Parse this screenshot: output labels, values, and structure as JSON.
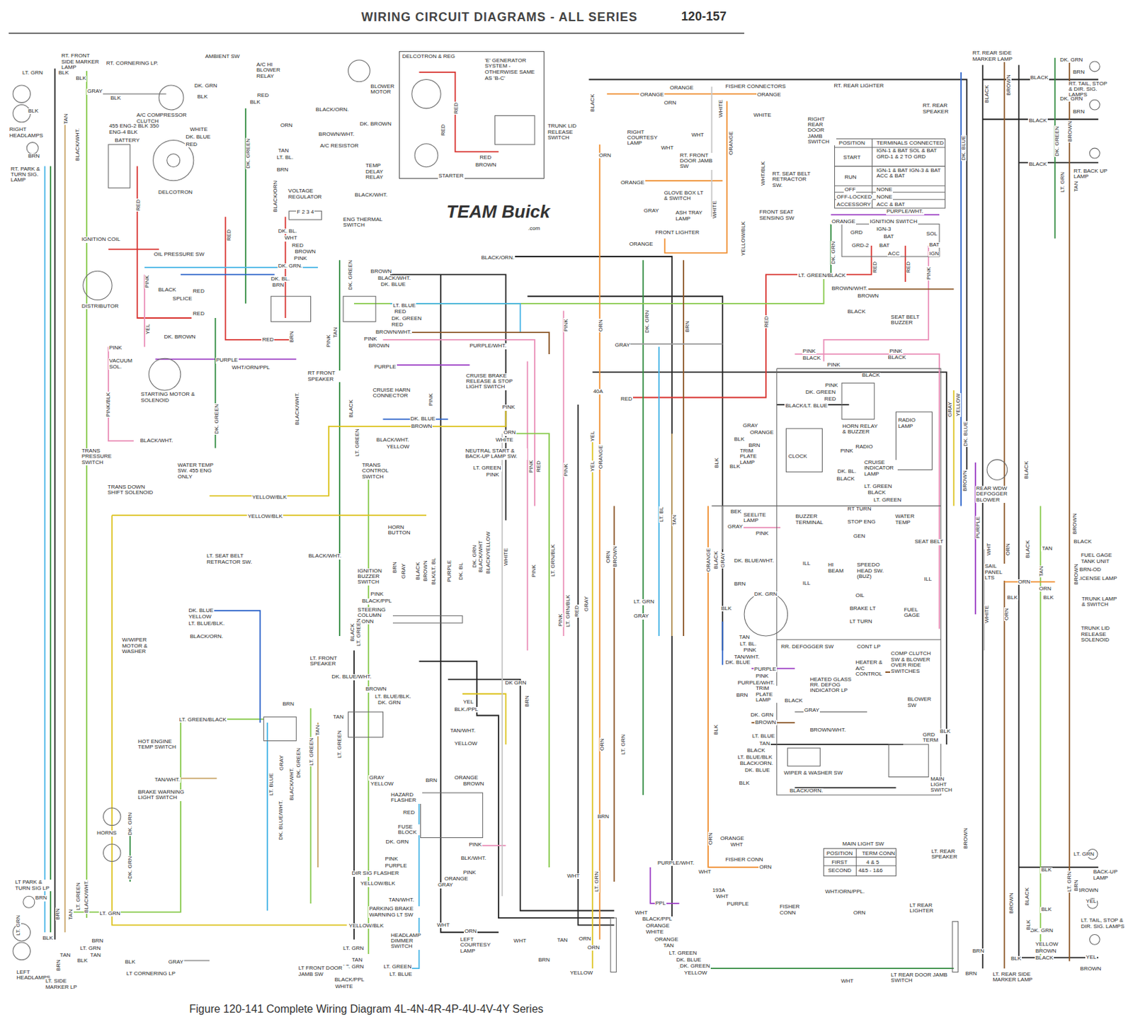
{
  "diagram": {
    "title": "WIRING CIRCUIT DIAGRAMS - ALL SERIES",
    "caption": "Figure 120-141 Complete Wiring Diagram 4L-4N-4R-4P-4U-4V-4Y Series",
    "nodes": [
      {
        "text": [
          "DELCOTRON & REG",
          "'E' GENERATOR SYSTEM - OTHERWISE SAME AS 'B-C'"
        ]
      }
    ],
    "labels": [
      "LT. GRN",
      "RT. FRONT SIDE MARKER LAMP",
      "RT. CORNERING LP.",
      "BLK",
      "BLK",
      "GRAY",
      "BLK",
      "BLK",
      "RIGHT HEADLAMPS",
      "BRN",
      "RT. PARK & TURN SIG. LAMP",
      "TAN",
      "BLACK/WHT.",
      "AMBIENT SW",
      "DK. GRN",
      "BLK",
      "A/C COMPRESSOR CLUTCH",
      "455 ENG-2 BLK 350 ENG-4 BLK",
      "BATTERY",
      "RED",
      "A/C HI BLOWER RELAY",
      "RED",
      "BLK",
      "BLACK/ORN.",
      "BLOWER MOTOR",
      "WHITE",
      "DK. BLUE",
      "RED",
      "DELCOTRON",
      "DK. GREEN",
      "ORN",
      "BROWN/WHT.",
      "A/C RESISTOR",
      "TAN",
      "LT. BL.",
      "BRN",
      "TEMP DELAY RELAY",
      "VOLTAGE REGULATOR",
      "F 2 3 4",
      "BLACK/WHT.",
      "ENG THERMAL SWITCH",
      "DK. BROWN",
      "BLACK/ORN",
      "RED",
      "DK. BL.",
      "WHT",
      "RED",
      "BROWN",
      "PINK",
      "DK. GRN.",
      "DK. BL.",
      "BRN",
      "IGNITION COIL",
      "OIL PRESSURE SW",
      "PINK",
      "BLACK",
      "RED",
      "SPLICE",
      "RED",
      "DISTRIBUTOR",
      "YEL",
      "DK. BROWN",
      "RED",
      "BRN",
      "PINK",
      "VACUUM SOL.",
      "PURPLE",
      "WHT/ORN/PPL",
      "STARTING MOTOR & SOLENOID",
      "PINK/BLK",
      "DK. GREEN",
      "BLACK/WHT.",
      "BLACK/WHT.",
      "TRANS PRESSURE SWITCH",
      "WATER TEMP SW. 455 ENG ONLY",
      "TRANS DOWN SHIFT SOLENOID",
      "RED",
      "RED",
      "RED",
      "BROWN",
      "STARTER",
      "TRUNK LID RELEASE SWITCH",
      "BLACK",
      "ORN",
      "ORANGE",
      "ORANGE",
      "ORN",
      "FISHER CONNECTORS",
      "ORANGE",
      "WHITE",
      "WHITE",
      "WHT",
      "RIGHT COURTESY LAMP",
      "WHT",
      "RT. FRONT DOOR JAMB SW",
      "ORANGE",
      "ORANGE",
      "GLOVE BOX LT & SWITCH",
      "GRAY",
      "ASH TRAY LAMP",
      "FRONT LIGHTER",
      "ORANGE",
      "WHITE",
      "RT. REAR LIGHTER",
      "RIGHT REAR DOOR JAMB SWITCH",
      "RT. SEAT BELT RETRACTOR SW.",
      "WHT/BLK",
      "FRONT SEAT SENSING SW",
      "YELLOW/BLK",
      "RT. REAR SPEAKER",
      "POSITION",
      "TERMINALS CONNECTED",
      "START",
      "IGN-1 & BAT SOL & BAT GRD-1 & 2 TO GRD",
      "RUN",
      "IGN-1 & BAT IGN-3 & BAT ACC & BAT",
      "OFF",
      "NONE",
      "OFF-LOCKED",
      "NONE",
      "ACCESSORY",
      "ACC & BAT",
      "ORANGE",
      "IGNITION SWITCH",
      "PURPLE/WHT.",
      "GRD",
      "IGN-3",
      "GRD-2",
      "BAT",
      "BAT",
      "ACC",
      "SOL",
      "BAT",
      "IGN",
      "DK. GRN",
      "RED",
      "RED",
      "PINK",
      "LT. GREEN/BLACK",
      "BROWN/WHT.",
      "BROWN",
      "BLACK",
      "SEAT BELT BUZZER",
      "RED",
      "RT. REAR SIDE MARKER LAMP",
      "DK. GRN",
      "BRN",
      "BLACK",
      "RT. TAIL, STOP & DIR. SIG. LAMPS",
      "DK. GRN",
      "BRN",
      "BLACK",
      "BLACK",
      "RT. BACK UP LAMP",
      "BLACK",
      "BROWN",
      "DK. BLUE",
      "DK. GREEN",
      "BROWN",
      "LT. GRN",
      "TAN",
      "BLACK/ORN.",
      "BROWN",
      "BLACK/WHT.",
      "DK. BLUE",
      "LT. BLUE",
      "RED",
      "DK. GREEN",
      "RED",
      "BROWN/WHT.",
      "PINK",
      "BROWN",
      "DK. GREEN",
      "TAN",
      "PINK",
      "PURPLE/WHT.",
      "PURPLE",
      "RT FRONT SPEAKER",
      "GRAY",
      "CRUISE BRAKE RELEASE & STOP LIGHT SWITCH",
      "CRUISE HARN CONNECTOR",
      "DK. BLUE",
      "BROWN",
      "PINK",
      "PINK",
      "40A",
      "RED",
      "ORN",
      "WHITE",
      "BLACK/WHT.",
      "YELLOW",
      "TRANS CONTROL SWITCH",
      "NEUTRAL START & BACK-UP LAMP SW.",
      "LT. GREEN",
      "PINK",
      "RED",
      "PINK",
      "LT. GREEN",
      "BLACK",
      "YEL",
      "ORANGE",
      "YEL",
      "PINK",
      "PINK",
      "ORN",
      "DK. GRN",
      "BRN",
      "LT. BL",
      "TAN",
      "YELLOW/BLK",
      "YELLOW/BLK",
      "LT. SEAT BELT RETRACTOR SW.",
      "BLACK/WHT.",
      "PINK",
      "BLACK",
      "PINK",
      "BLACK",
      "PINK",
      "BLACK",
      "PINK",
      "DK. GREEN",
      "RED",
      "BLACK/LT. BLUE",
      "HORN RELAY & BUZZER",
      "RADIO LAMP",
      "GRAY",
      "YELLOW",
      "DK. BLUE",
      "GRAY",
      "ORANGE",
      "BLK",
      "BRN",
      "TRIM PLATE LAMP",
      "BLK",
      "CLOCK",
      "RADIO",
      "PINK",
      "CRUISE INDICATOR LAMP",
      "DK. BL.",
      "BLACK",
      "LT. GREEN",
      "BLACK",
      "LT. GREEN",
      "BLK",
      "REAR WDW DEFOGGER BLOWER",
      "BROWN",
      "BLACK",
      "PURPLE",
      "BEK",
      "SEELITE LAMP",
      "GRAY",
      "PINK",
      "BUZZER TERMINAL",
      "RT TURN",
      "STOP ENG",
      "WATER TEMP",
      "GEN",
      "SEAT BELT",
      "ILL",
      "HI BEAM",
      "SPEEDO HEAD SW.(BUZ)",
      "ILL",
      "ILL",
      "OIL",
      "BRAKE LT",
      "LT TURN",
      "FUEL GAGE",
      "DK. BLUE/WHT.",
      "BRN",
      "DK. GRN",
      "BLK",
      "TAN",
      "LT. BL.",
      "PINK",
      "TAN/WHT.",
      "DK. BLUE",
      "LT. GRN",
      "GRAY",
      "ORANGE",
      "BLACK",
      "GRAY",
      "ORN",
      "BROWN",
      "LT. GRN/BLK",
      "PINK",
      "WHITE",
      "GRAY",
      "PINK",
      "LT. GRN/BLK",
      "RED",
      "RR. DEFOGGER SW",
      "CONT LP",
      "HEATER & A/C CONTROL",
      "COMP CLUTCH SW & BLOWER OVER RIDE SWITCHES",
      "PURPLE",
      "PINK",
      "PURPLE/WHT.",
      "TRIM PLATE LAMP",
      "HEATED GLASS RR. DEFOG INDICATOR LP",
      "BRN",
      "BLACK",
      "GRAY",
      "BLOWER SW",
      "DK. GRN",
      "BROWN",
      "BROWN/WHT.",
      "LT. BLUE",
      "TAN",
      "BLACK",
      "LT. BLUE/BLK",
      "BLACK/ORN.",
      "DK. BLUE",
      "BLK",
      "WIPER & WASHER SW",
      "BLACK/ORN.",
      "GRD TERM",
      "BLK",
      "MAIN LIGHT SWITCH",
      "BLK",
      "MAIN LIGHT SW",
      "POSITION",
      "TERM CONN",
      "FIRST",
      "4 & 5",
      "SECOND",
      "4&5 - 1&6",
      "DK. BLUE",
      "YELLOW",
      "LT. BLUE/BLK.",
      "BLACK/ORN.",
      "W/WIPER MOTOR & WASHER",
      "LT. FRONT SPEAKER",
      "DK. BLUE/WHT.",
      "LT. GREEN/BLACK",
      "HOT ENGINE TEMP SWITCH",
      "TAN/WHT.",
      "BRAKE WARNING LIGHT SWITCH",
      "HORNS",
      "DK. GRN",
      "DK. GRN",
      "BRN",
      "TAN",
      "LT. GREEN",
      "LT. BLUE",
      "BLACK/WHT.",
      "DK. GREEN",
      "DK. BLUE/WHT.",
      "GRAY",
      "HORN BUTTON",
      "IGNITION BUZZER SWITCH",
      "PINK",
      "BLACK/PPL",
      "STEERING COLUMN CONN",
      "GRAY",
      "BRN",
      "BLACK",
      "BROWN",
      "BLK/LT. BL",
      "PURPLE",
      "DK. BL",
      "DK. GRN",
      "BLACK/WHT",
      "BLACK/YELLOW",
      "BLACK",
      "LT. GREEN",
      "BROWN",
      "LT. BLUE/BLK.",
      "DK. GRN",
      "YEL",
      "BLK./PPL",
      "DK GRN",
      "BRN",
      "TAN",
      "TAN/WHT.",
      "YELLOW",
      "GRAY",
      "YELLOW",
      "ORANGE",
      "BROWN",
      "BRN",
      "HAZARD FLASHER",
      "RED",
      "FUSE BLOCK",
      "DK. GRN",
      "PINK",
      "PINK",
      "PURPLE",
      "BLK/WHT.",
      "PINK",
      "DIR SIG FLASHER",
      "ORANGE",
      "GRAY",
      "YELLOW/BLK",
      "LT. GREEN",
      "BRN",
      "TAN/WHT.",
      "PARKING BRAKE WARNING LT SW",
      "YELLOW/BLK",
      "HEADLAMP DIMMER SWITCH",
      "WHT",
      "ORN",
      "LEFT COURTESY LAMP",
      "WHT",
      "LT. GRN",
      "TAN",
      "LT. GRN",
      "LT. GREEN",
      "LT. BLUE",
      "LT FRONT DOOR JAMB SW",
      "BLACK/PPL",
      "WHITE",
      "BRN",
      "TAN",
      "ORN",
      "ORN",
      "YELLOW",
      "WHT",
      "LT. GRN",
      "LT. GRN",
      "ORN",
      "ORN",
      "ORANGE",
      "WHT",
      "FISHER CONN",
      "ORN",
      "WHT",
      "PURPLE/WHT.",
      "PPL",
      "WHT",
      "PURPLE",
      "193A",
      "WHT/ORN/PPL.",
      "FISHER CONN",
      "ORN",
      "WHT",
      "BLACK/PPL",
      "ORANGE",
      "WHITE",
      "ORANGE",
      "TAN",
      "LT. GREEN",
      "DK. BLUE",
      "DK. GREEN",
      "YELLOW",
      "LT REAR LIGHTER",
      "LT. REAR SPEAKER",
      "WHT",
      "LT REAR DOOR JAMB SWITCH",
      "LT. REAR SIDE MARKER LAMP",
      "LT. GRN",
      "BLK",
      "BACK-UP LAMP",
      "BROWN",
      "YEL",
      "BLK",
      "LT. TAIL, STOP & DIR. SIG. LAMPS",
      "DK. GRN",
      "YELLOW",
      "BROWN",
      "BLACK",
      "BLK",
      "YEL",
      "BROWN",
      "BRN",
      "BRN",
      "BROWN",
      "BLACK",
      "LT. GRN",
      "BRN",
      "BLK",
      "BLACK",
      "TAN",
      "FUEL GAGE TANK UNIT",
      "BRN-OD",
      "LICENSE LAMP",
      "ORN",
      "ORN",
      "BLK",
      "BLK",
      "TRUNK LAMP & SWITCH",
      "TRUNK LID RELEASE SOLENOID",
      "SAIL PANEL LTS",
      "WHITE",
      "ORN",
      "ORN",
      "WHT",
      "BLACK",
      "TAN",
      "BROWN",
      "BROWN",
      "BROWN",
      "LT PARK & TURN SIG LP",
      "BRN",
      "BRN",
      "LT. GRN",
      "TAN",
      "BLK",
      "BLK",
      "TAN",
      "LT. GRN",
      "BLK",
      "GRAY",
      "LT CORNERING LP",
      "LEFT HEADLAMPS",
      "LT. SIDE MARKER LP",
      "LT. GRN",
      "BRN",
      "TAN",
      "LT. GREEN",
      "BLACK/WHT.",
      "BRN",
      "TEAM Buick",
      ".com",
      "120-157"
    ]
  }
}
